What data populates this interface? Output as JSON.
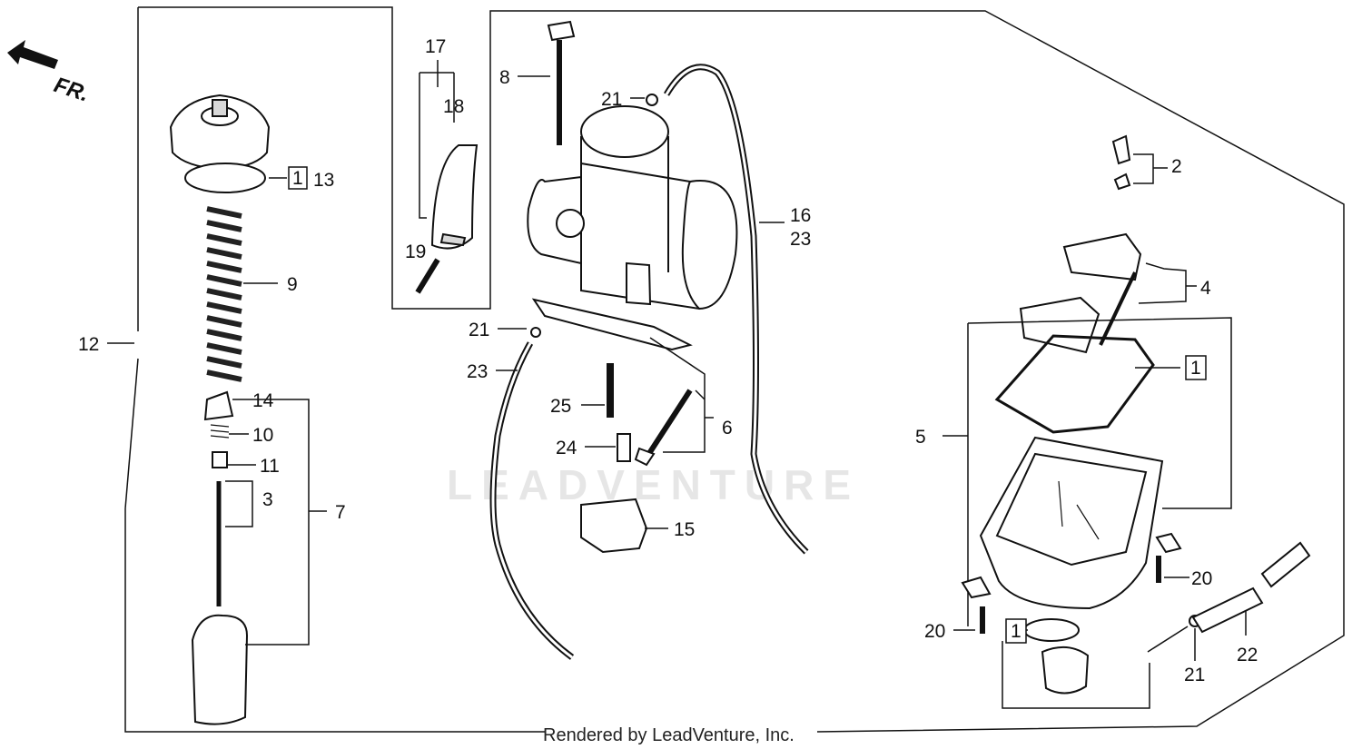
{
  "diagram": {
    "direction_label": "FR.",
    "watermark": "LEADVENTURE",
    "footer": "Rendered by LeadVenture, Inc.",
    "callouts": [
      {
        "id": "c13",
        "text": "13"
      },
      {
        "id": "c9",
        "text": "9"
      },
      {
        "id": "c12",
        "text": "12"
      },
      {
        "id": "c14",
        "text": "14"
      },
      {
        "id": "c10",
        "text": "10"
      },
      {
        "id": "c11",
        "text": "11"
      },
      {
        "id": "c3",
        "text": "3"
      },
      {
        "id": "c7",
        "text": "7"
      },
      {
        "id": "c17",
        "text": "17"
      },
      {
        "id": "c18",
        "text": "18"
      },
      {
        "id": "c19",
        "text": "19"
      },
      {
        "id": "c8",
        "text": "8"
      },
      {
        "id": "c21a",
        "text": "21"
      },
      {
        "id": "c16",
        "text": "16"
      },
      {
        "id": "c23a",
        "text": "23"
      },
      {
        "id": "c21b",
        "text": "21"
      },
      {
        "id": "c23b",
        "text": "23"
      },
      {
        "id": "c25",
        "text": "25"
      },
      {
        "id": "c6",
        "text": "6"
      },
      {
        "id": "c24",
        "text": "24"
      },
      {
        "id": "c15",
        "text": "15"
      },
      {
        "id": "c2",
        "text": "2"
      },
      {
        "id": "c4",
        "text": "4"
      },
      {
        "id": "c5",
        "text": "5"
      },
      {
        "id": "c20a",
        "text": "20"
      },
      {
        "id": "c20b",
        "text": "20"
      },
      {
        "id": "c21c",
        "text": "21"
      },
      {
        "id": "c22",
        "text": "22"
      }
    ],
    "boxed_marks": [
      {
        "id": "b13",
        "text": "1"
      },
      {
        "id": "bgasket",
        "text": "1"
      },
      {
        "id": "boring",
        "text": "1"
      }
    ]
  }
}
